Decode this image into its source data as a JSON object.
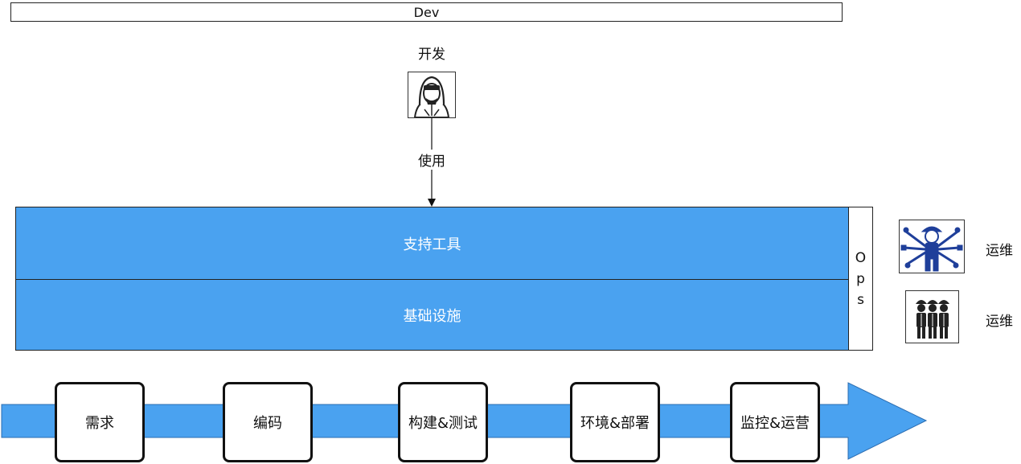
{
  "header": {
    "dev_label": "Dev"
  },
  "developer": {
    "label": "开发",
    "icon": "developer-icon",
    "edge_label": "使用"
  },
  "layers": {
    "top": "支持工具",
    "bottom": "基础设施",
    "fill_color": "#4aa2f0"
  },
  "ops": {
    "letters": [
      "O",
      "p",
      "s"
    ]
  },
  "operators": [
    {
      "label": "运维",
      "icon": "multi-arm-worker-icon"
    },
    {
      "label": "运维",
      "icon": "worker-team-icon"
    }
  ],
  "pipeline": {
    "arrow_color": "#4aa2f0",
    "stages": [
      "需求",
      "编码",
      "构建&测试",
      "环境&部署",
      "监控&运营"
    ]
  }
}
